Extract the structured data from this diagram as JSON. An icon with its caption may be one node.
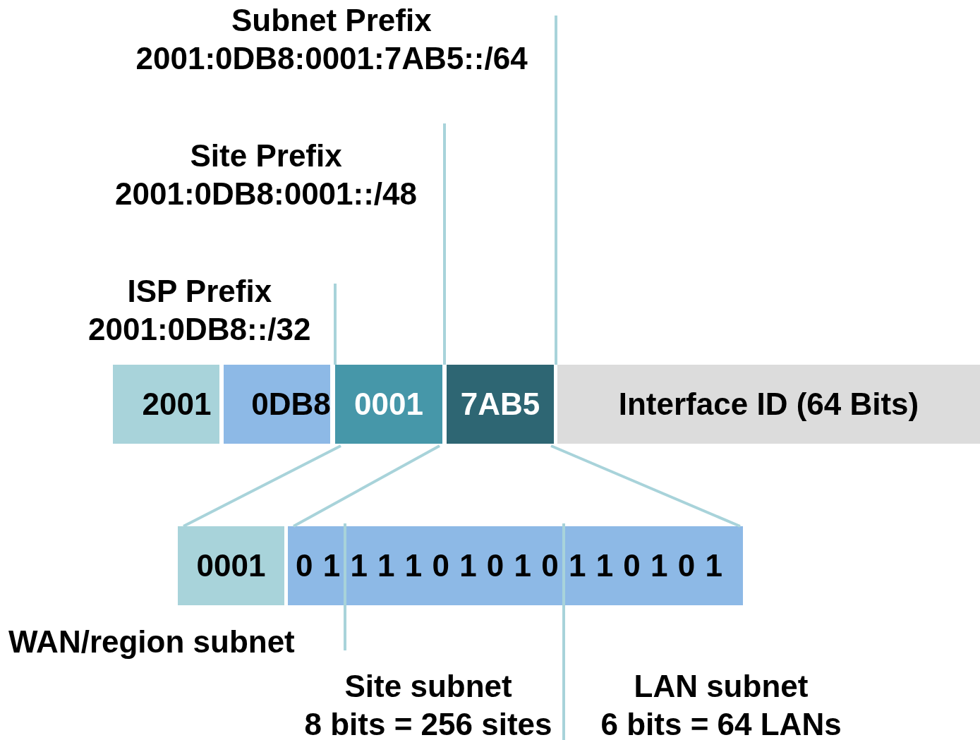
{
  "diagram": {
    "nodes": [
      {
        "text": [
          "2001"
        ]
      },
      {
        "text": [
          "0DB8"
        ]
      },
      {
        "text": [
          "0001"
        ]
      },
      {
        "text": [
          "7AB5"
        ]
      },
      {
        "text": [
          "Interface ID (64 Bits)"
        ]
      },
      {
        "text": [
          "0001"
        ]
      },
      {
        "text": [
          "0 1 1 1 1 0 1 0 1 0 1 1 0 1 0 1"
        ]
      }
    ],
    "edges": [
      {
        "from": 2,
        "to": 5,
        "arrow": "none"
      },
      {
        "from": 2,
        "to": 6,
        "arrow": "none"
      },
      {
        "from": 3,
        "to": 6,
        "arrow": "none"
      }
    ],
    "labels": [
      "Subnet Prefix",
      "2001:0DB8:0001:7AB5::/64",
      "Site Prefix",
      "2001:0DB8:0001::/48",
      "ISP Prefix",
      "2001:0DB8::/32",
      "WAN/region subnet",
      "Site subnet",
      "8 bits = 256 sites",
      "LAN subnet",
      "6 bits = 64 LANs"
    ]
  }
}
